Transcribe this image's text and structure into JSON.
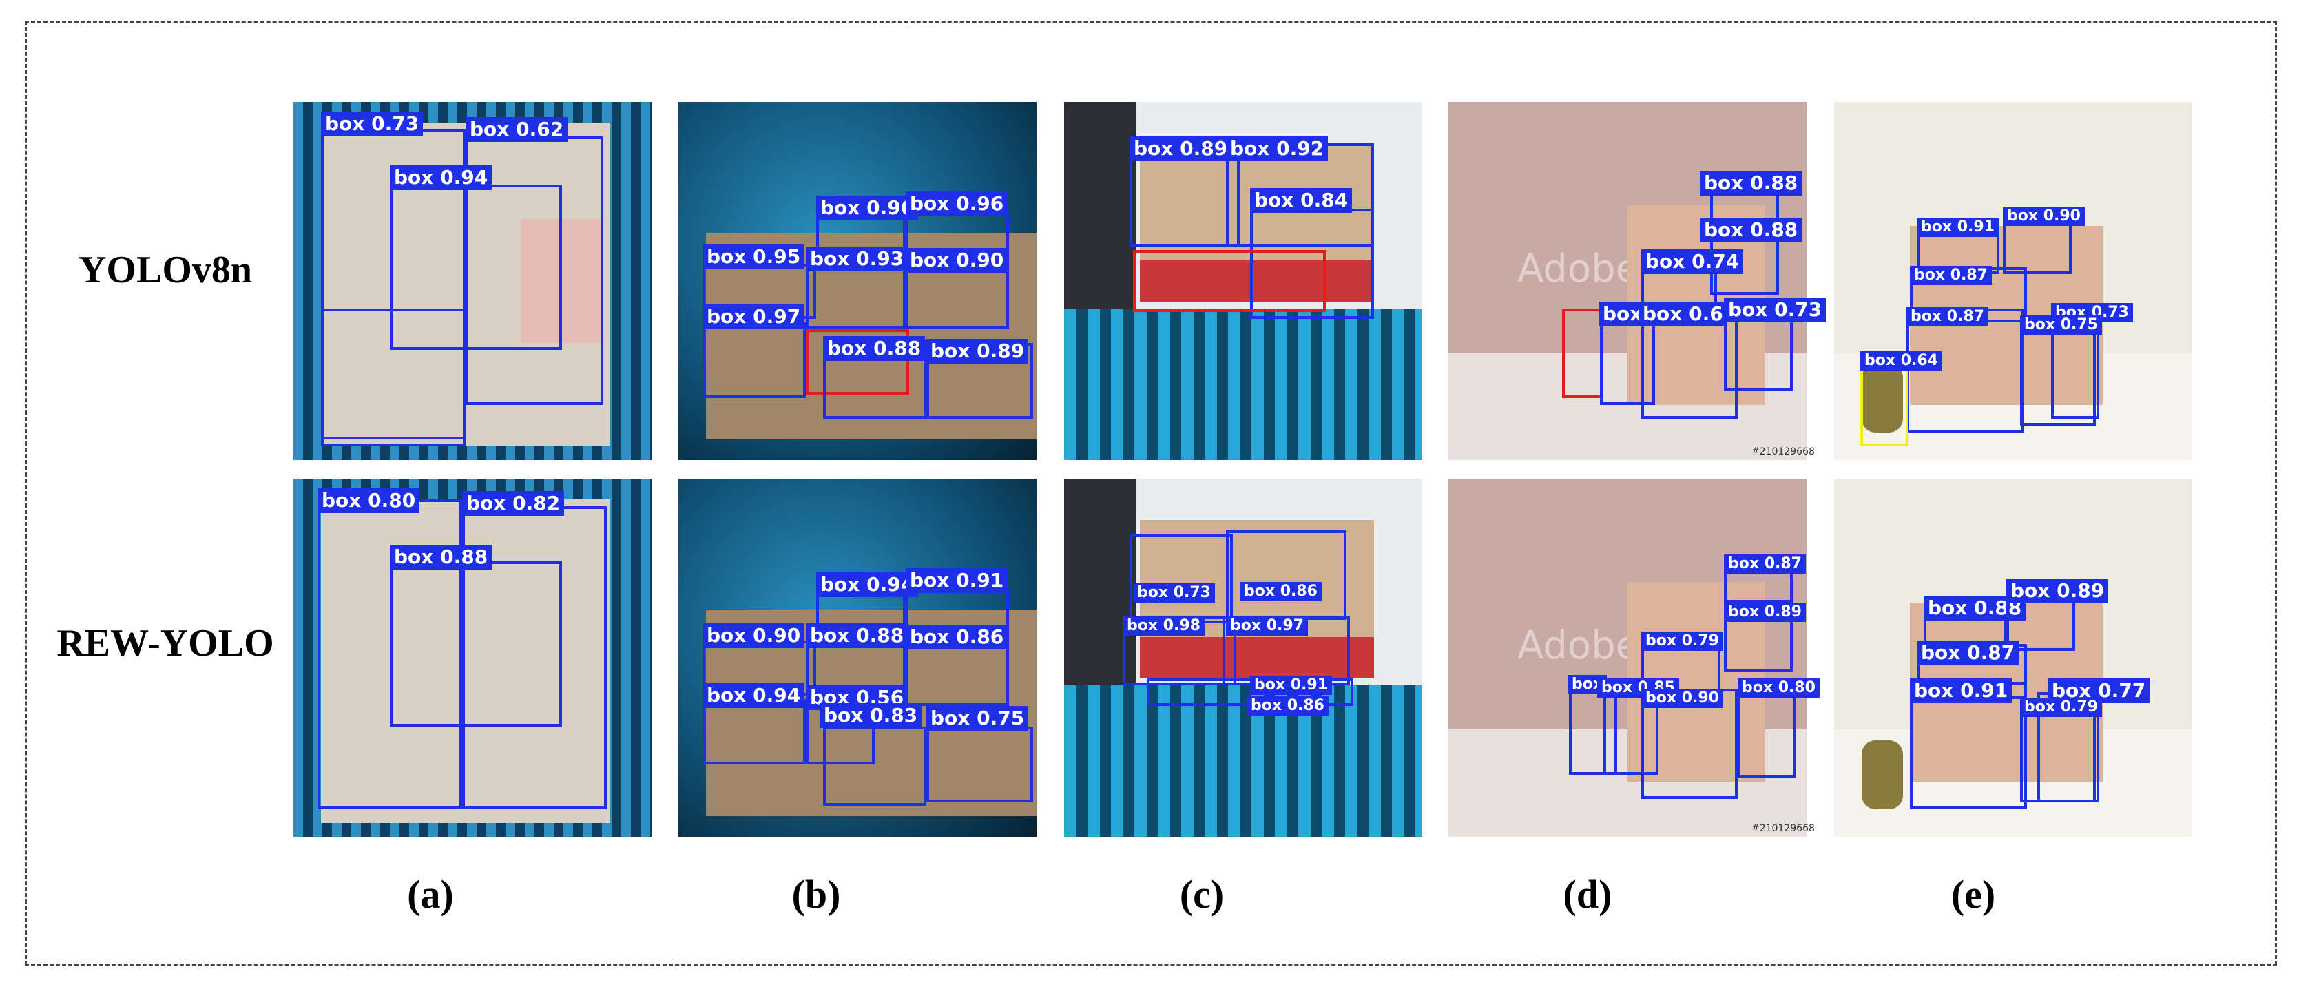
{
  "figure": {
    "row_labels": [
      "YOLOv8n",
      "REW-YOLO"
    ],
    "captions": [
      "(a)",
      "(b)",
      "(c)",
      "(d)",
      "(e)"
    ]
  },
  "colors": {
    "detection_box": "#1f2fe6",
    "missed_box": "#e61b1b",
    "other_box": "#f1ee1a",
    "frame_dash": "#444444"
  },
  "panels": {
    "yolo_a": [
      "box 0.73",
      "box 0.62",
      "box 0.94"
    ],
    "yolo_b": [
      "box 0.96",
      "box 0.96",
      "box 0.95",
      "box 0.93",
      "box 0.90",
      "box 0.97",
      "box 0.88",
      "box 0.89"
    ],
    "yolo_c": [
      "box 0.89",
      "box 0.92",
      "box 0.84"
    ],
    "yolo_d": [
      "box 0.88",
      "box 0.88",
      "box 0.74",
      "box",
      "box 0.6",
      "box 0.73"
    ],
    "yolo_e": [
      "box 0.91",
      "box 0.90",
      "box 0.87",
      "box 0.87",
      "box 0.73",
      "box 0.75",
      "box 0.64"
    ],
    "rew_a": [
      "box 0.80",
      "box 0.82",
      "box 0.88"
    ],
    "rew_b": [
      "box 0.94",
      "box 0.91",
      "box 0.90",
      "box 0.88",
      "box 0.86",
      "box 0.94",
      "box 0.56",
      "box 0.83",
      "box 0.75"
    ],
    "rew_c": [
      "box 0.73",
      "box 0.86",
      "box 0.98",
      "box 0.97",
      "box 0.91",
      "box 0.86"
    ],
    "rew_d": [
      "box 0.87",
      "box 0.89",
      "box 0.79",
      "box",
      "box 0.85",
      "box 0.90",
      "box 0.80"
    ],
    "rew_e": [
      "box 0.88",
      "box 0.89",
      "box 0.87",
      "box 0.91",
      "box 0.77",
      "box 0.79"
    ]
  },
  "watermark": {
    "text": "Adobe Stock",
    "id": "#210129668"
  }
}
